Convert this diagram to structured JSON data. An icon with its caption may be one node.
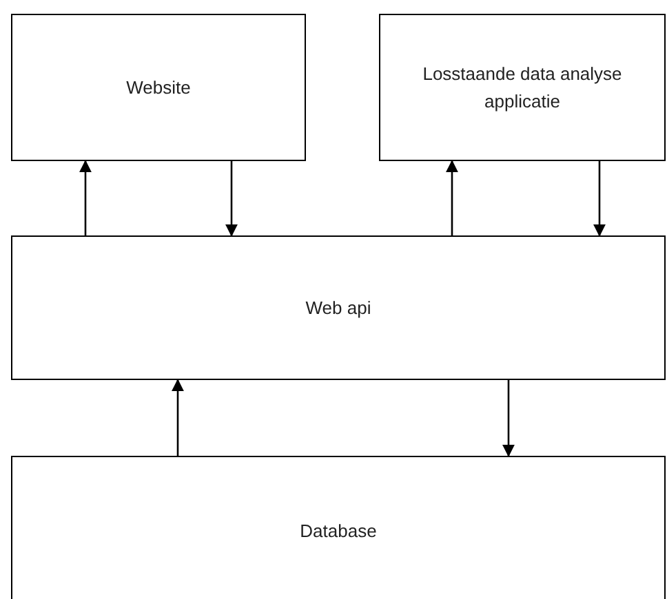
{
  "diagram": {
    "nodes": [
      {
        "text": [
          "Website"
        ]
      },
      {
        "text": [
          "Losstaande data analyse applicatie"
        ]
      },
      {
        "text": [
          "Web api"
        ]
      },
      {
        "text": [
          "Database"
        ]
      }
    ],
    "edges": [
      {
        "from": 2,
        "to": 0,
        "arrow": "to"
      },
      {
        "from": 0,
        "to": 2,
        "arrow": "to"
      },
      {
        "from": 2,
        "to": 1,
        "arrow": "to"
      },
      {
        "from": 1,
        "to": 2,
        "arrow": "to"
      },
      {
        "from": 3,
        "to": 2,
        "arrow": "to"
      },
      {
        "from": 2,
        "to": 3,
        "arrow": "to"
      }
    ]
  }
}
